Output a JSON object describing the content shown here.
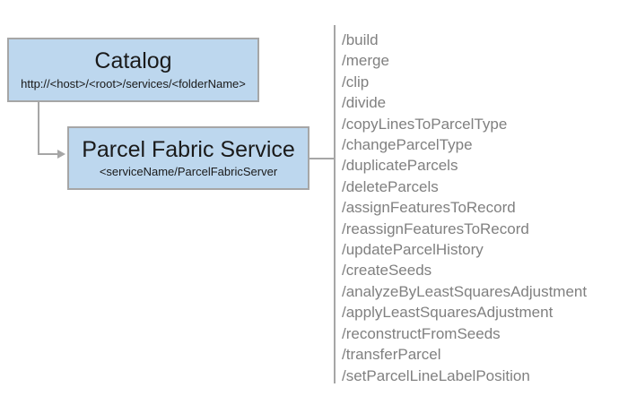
{
  "diagram": {
    "catalog_box": {
      "title": "Catalog",
      "subtitle": "http://<host>/<root>/services/<folderName>"
    },
    "service_box": {
      "title": "Parcel Fabric Service",
      "subtitle": "<serviceName/ParcelFabricServer"
    },
    "operations": [
      "/build",
      "/merge",
      "/clip",
      "/divide",
      "/copyLinesToParcelType",
      "/changeParcelType",
      "/duplicateParcels",
      "/deleteParcels",
      "/assignFeaturesToRecord",
      "/reassignFeaturesToRecord",
      "/updateParcelHistory",
      "/createSeeds",
      "/analyzeByLeastSquaresAdjustment",
      "/applyLeastSquaresAdjustment",
      "/reconstructFromSeeds",
      "/transferParcel",
      "/setParcelLineLabelPosition"
    ],
    "colors": {
      "box_fill": "#bdd7ee",
      "box_border": "#a6a6a6",
      "connector": "#a6a6a6",
      "list_text": "#808080",
      "title_text": "#1a1a1a"
    }
  }
}
